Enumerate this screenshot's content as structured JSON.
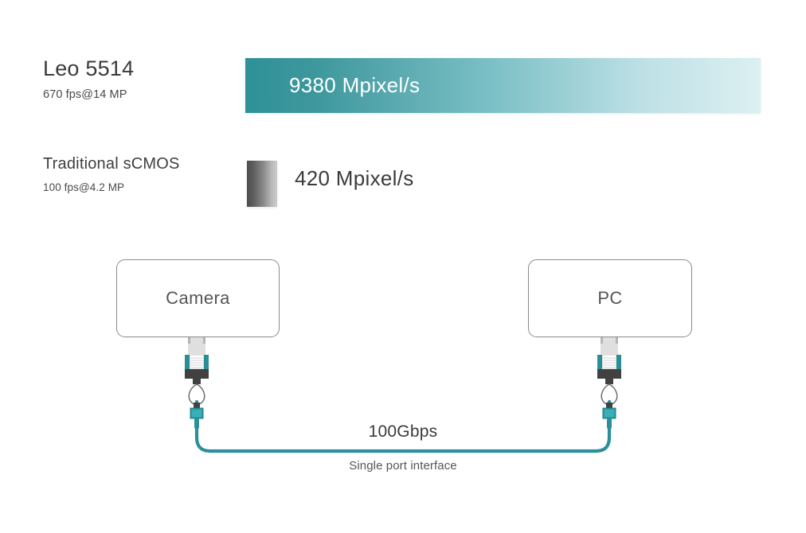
{
  "comparison": {
    "rows": [
      {
        "name": "Leo 5514",
        "spec": "670 fps@14 MP",
        "value": "9380 Mpixel/s",
        "bar_color_start": "#2e9198",
        "bar_color_end": "#dcf0f2"
      },
      {
        "name": "Traditional sCMOS",
        "spec": "100 fps@4.2 MP",
        "value": "420 Mpixel/s",
        "bar_color_start": "#4e4e4e",
        "bar_color_end": "#cccccc"
      }
    ]
  },
  "diagram": {
    "source_node": "Camera",
    "target_node": "PC",
    "link_speed": "100Gbps",
    "link_caption": "Single port interface",
    "cable_color": "#2d8f9c",
    "connector_accent": "#2a8e96",
    "connector_body": "#414141"
  },
  "chart_data": {
    "type": "bar",
    "title": "",
    "categories": [
      "Leo 5514",
      "Traditional sCMOS"
    ],
    "values": [
      9380,
      420
    ],
    "value_labels": [
      "9380 Mpixel/s",
      "420 Mpixel/s"
    ],
    "sub_labels": [
      "670 fps@14 MP",
      "100 fps@4.2 MP"
    ],
    "unit": "Mpixel/s",
    "xlabel": "",
    "ylabel": "",
    "xlim": [
      0,
      9380
    ],
    "orientation": "horizontal",
    "grid": false,
    "legend": false
  }
}
